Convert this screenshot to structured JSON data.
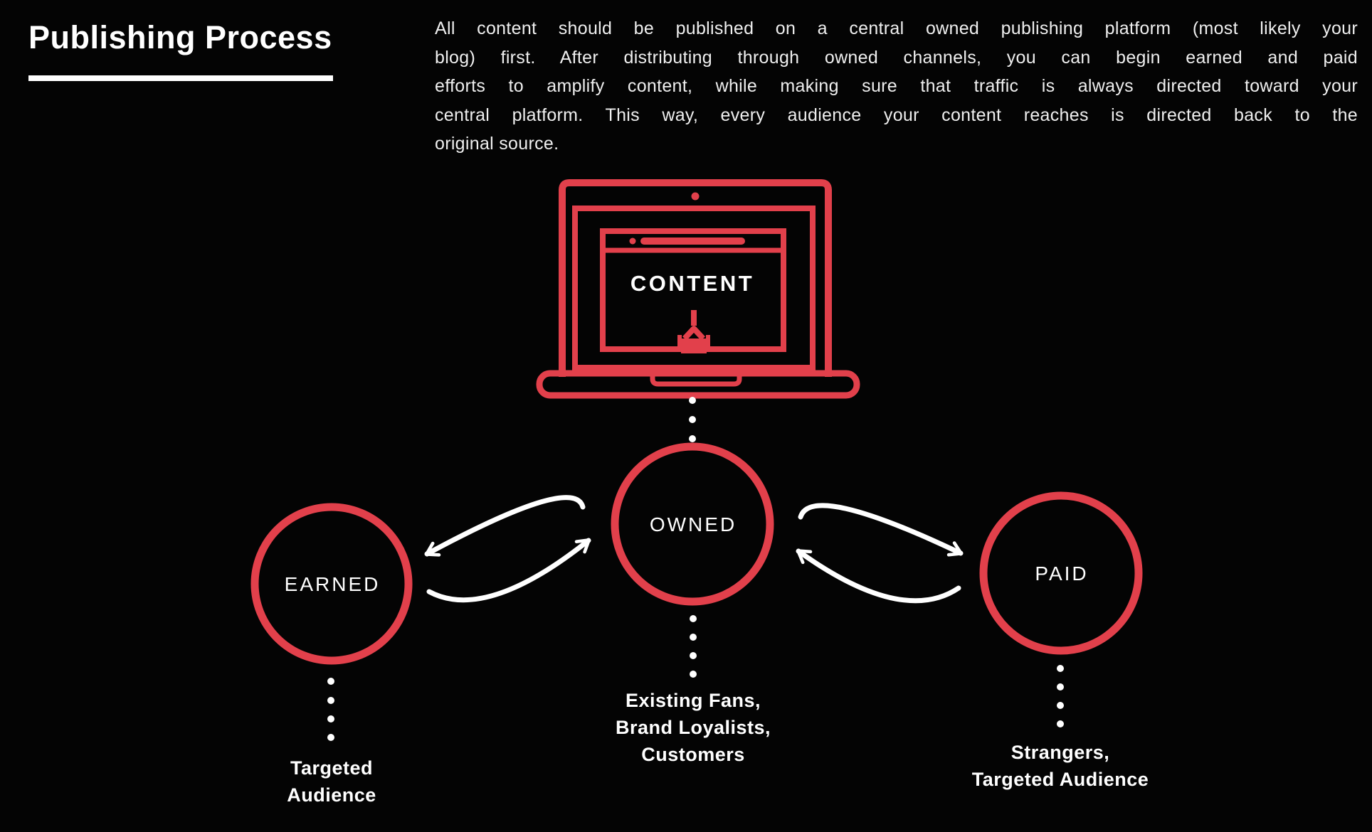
{
  "colors": {
    "accent_red": "#e2404b",
    "text_white": "#ffffff",
    "background": "#040404"
  },
  "header": {
    "title": "Publishing Process"
  },
  "intro": {
    "lines": [
      "All content should be published on a central owned publishing platform (most likely your",
      "blog) first. After distributing through owned channels, you can begin earned and paid",
      "efforts to amplify content, while making sure that traffic is always directed toward your",
      "central platform. This way, every audience your content reaches is directed back to the",
      "original source."
    ]
  },
  "diagram": {
    "content_label": "CONTENT",
    "channels": {
      "earned": {
        "label": "EARNED",
        "audience_lines": [
          "Targeted",
          "Audience"
        ]
      },
      "owned": {
        "label": "OWNED",
        "audience_lines": [
          "Existing Fans,",
          "Brand Loyalists,",
          "Customers"
        ]
      },
      "paid": {
        "label": "PAID",
        "audience_lines": [
          "Strangers,",
          "Targeted Audience"
        ]
      }
    }
  }
}
